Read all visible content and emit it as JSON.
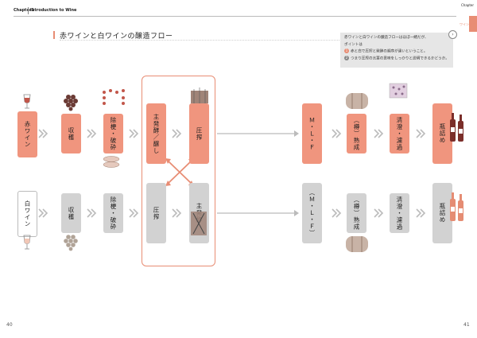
{
  "header": {
    "chapter": "Chapter1",
    "title": "Introduction to Wine"
  },
  "side": {
    "chapter": "Chapter",
    "label": "ワイン醸造"
  },
  "section_title": "赤ワインと白ワインの醸造フロー",
  "note": {
    "line1": "赤ワインと白ワインの醸造フローはほぼ一緒だが、",
    "line2": "ポイントは",
    "b1": "赤と白で圧搾と発酵の順序が違いということ。",
    "b2": "つまり圧搾の言葉の意味をしっかりと説明できるかどうか。",
    "b1_mark": "1",
    "b2_mark": "2",
    "arrow": "›"
  },
  "rows": {
    "red": {
      "label": "赤ワイン",
      "steps": [
        "収穫",
        "除梗・破砕",
        "主発酵／醸し",
        "圧搾",
        "Ｍ・Ｌ・Ｆ",
        "（樽）熟成",
        "清澄・濾過",
        "瓶詰め"
      ]
    },
    "white": {
      "label": "白ワイン",
      "steps": [
        "収穫",
        "除梗・破砕",
        "圧搾",
        "主発酵",
        "（Ｍ・Ｌ・Ｆ）",
        "（樽）熟成",
        "清澄・濾過",
        "瓶詰め"
      ]
    }
  },
  "pages": {
    "left": "40",
    "right": "41"
  },
  "colors": {
    "accent": "#f0957e",
    "grey": "#d2d2d2",
    "frame": "#e88d74"
  }
}
